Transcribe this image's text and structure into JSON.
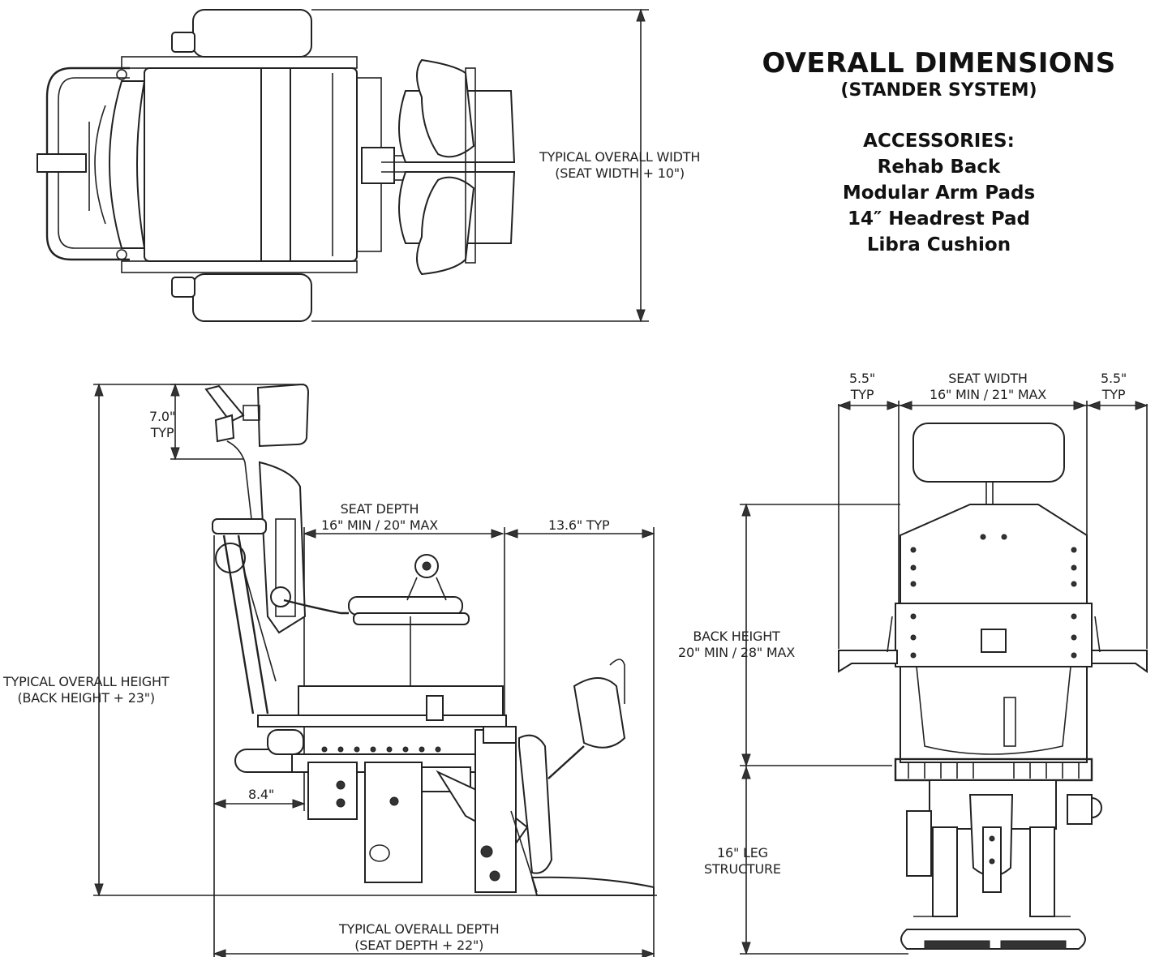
{
  "title": "OVERALL DIMENSIONS",
  "subtitle": "(STANDER SYSTEM)",
  "accessories": {
    "heading": "ACCESSORIES:",
    "items": [
      "Rehab Back",
      "Modular Arm Pads",
      "14″ Headrest Pad",
      "Libra Cushion"
    ]
  },
  "top_view": {
    "width_label_1": "TYPICAL OVERALL WIDTH",
    "width_label_2": "(SEAT WIDTH + 10\")"
  },
  "side_view": {
    "headrest_1": "7.0\"",
    "headrest_2": "TYP",
    "seat_depth_1": "SEAT DEPTH",
    "seat_depth_2": "16\" MIN / 20\" MAX",
    "front_ext": "13.6\" TYP",
    "height_1": "TYPICAL OVERALL HEIGHT",
    "height_2": "(BACK HEIGHT + 23\")",
    "rear_offset": "8.4\"",
    "depth_1": "TYPICAL OVERALL DEPTH",
    "depth_2": "(SEAT DEPTH + 22\")"
  },
  "front_view": {
    "left_side_1": "5.5\"",
    "left_side_2": "TYP",
    "seat_width_1": "SEAT WIDTH",
    "seat_width_2": "16\" MIN / 21\" MAX",
    "right_side_1": "5.5\"",
    "right_side_2": "TYP",
    "back_height_1": "BACK HEIGHT",
    "back_height_2": "20\" MIN / 28\" MAX",
    "leg_1": "16\" LEG",
    "leg_2": "STRUCTURE"
  }
}
